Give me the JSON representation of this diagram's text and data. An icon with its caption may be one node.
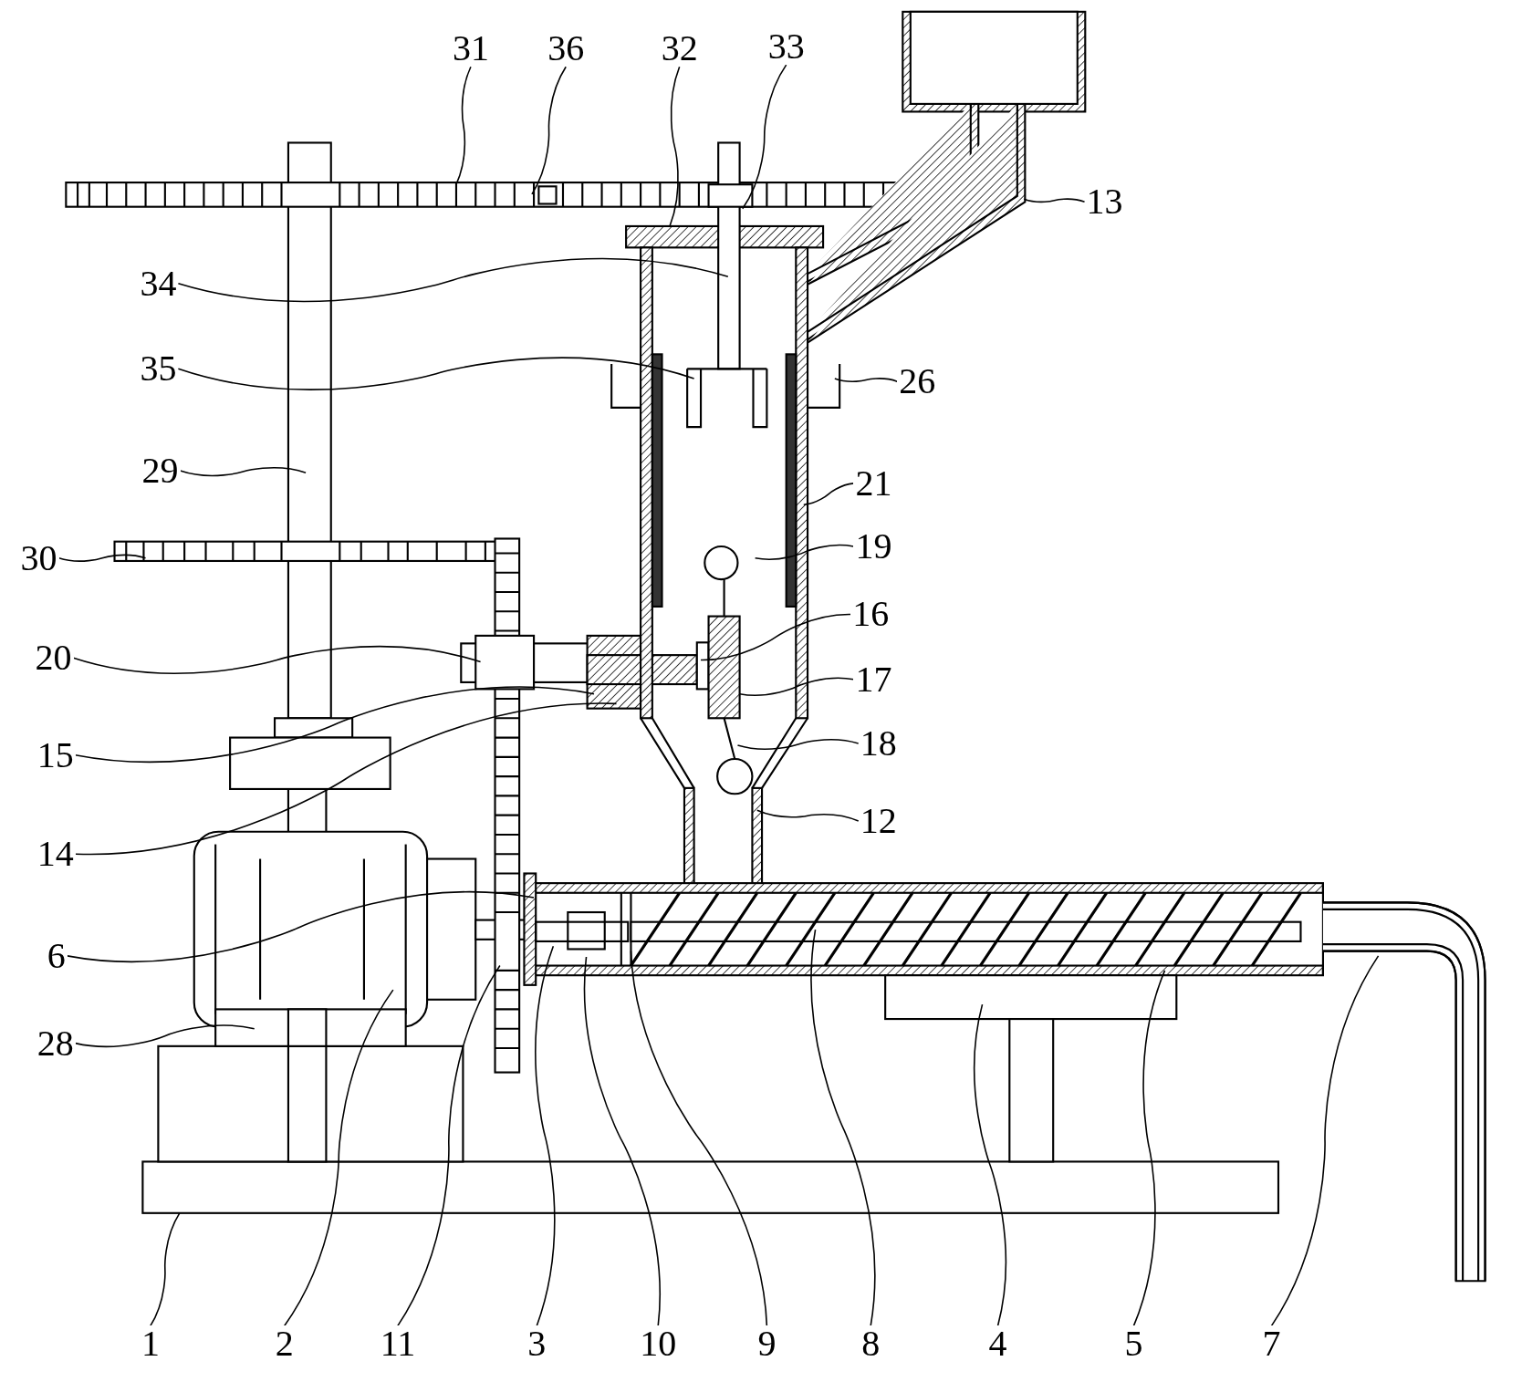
{
  "diagram": {
    "nodes": [
      {
        "text": [
          "33"
        ]
      },
      {
        "text": [
          "31"
        ]
      },
      {
        "text": [
          "36"
        ]
      },
      {
        "text": [
          "32"
        ]
      },
      {
        "text": [
          "13"
        ]
      },
      {
        "text": [
          "34"
        ]
      },
      {
        "text": [
          "35"
        ]
      },
      {
        "text": [
          "26"
        ]
      },
      {
        "text": [
          "29"
        ]
      },
      {
        "text": [
          "21"
        ]
      },
      {
        "text": [
          "19"
        ]
      },
      {
        "text": [
          "30"
        ]
      },
      {
        "text": [
          "16"
        ]
      },
      {
        "text": [
          "20"
        ]
      },
      {
        "text": [
          "17"
        ]
      },
      {
        "text": [
          "18"
        ]
      },
      {
        "text": [
          "15"
        ]
      },
      {
        "text": [
          "12"
        ]
      },
      {
        "text": [
          "14"
        ]
      },
      {
        "text": [
          "6"
        ]
      },
      {
        "text": [
          "28"
        ]
      },
      {
        "text": [
          "1"
        ]
      },
      {
        "text": [
          "2"
        ]
      },
      {
        "text": [
          "11"
        ]
      },
      {
        "text": [
          "3"
        ]
      },
      {
        "text": [
          "10"
        ]
      },
      {
        "text": [
          "9"
        ]
      },
      {
        "text": [
          "8"
        ]
      },
      {
        "text": [
          "4"
        ]
      },
      {
        "text": [
          "5"
        ]
      },
      {
        "text": [
          "7"
        ]
      }
    ],
    "edges": [
      {
        "from": 0,
        "to": null,
        "arrow": "none"
      },
      {
        "from": 1,
        "to": null,
        "arrow": "none"
      },
      {
        "from": 2,
        "to": null,
        "arrow": "none"
      },
      {
        "from": 3,
        "to": null,
        "arrow": "none"
      },
      {
        "from": 4,
        "to": null,
        "arrow": "none"
      },
      {
        "from": 5,
        "to": null,
        "arrow": "none"
      },
      {
        "from": 6,
        "to": null,
        "arrow": "none"
      },
      {
        "from": 7,
        "to": null,
        "arrow": "none"
      },
      {
        "from": 8,
        "to": null,
        "arrow": "none"
      },
      {
        "from": 9,
        "to": null,
        "arrow": "none"
      },
      {
        "from": 10,
        "to": null,
        "arrow": "none"
      },
      {
        "from": 11,
        "to": null,
        "arrow": "none"
      },
      {
        "from": 12,
        "to": null,
        "arrow": "none"
      },
      {
        "from": 13,
        "to": null,
        "arrow": "none"
      },
      {
        "from": 14,
        "to": null,
        "arrow": "none"
      },
      {
        "from": 15,
        "to": null,
        "arrow": "none"
      },
      {
        "from": 16,
        "to": null,
        "arrow": "none"
      },
      {
        "from": 17,
        "to": null,
        "arrow": "none"
      },
      {
        "from": 18,
        "to": null,
        "arrow": "none"
      },
      {
        "from": 19,
        "to": null,
        "arrow": "none"
      },
      {
        "from": 20,
        "to": null,
        "arrow": "none"
      },
      {
        "from": 21,
        "to": null,
        "arrow": "none"
      },
      {
        "from": 22,
        "to": null,
        "arrow": "none"
      },
      {
        "from": 23,
        "to": null,
        "arrow": "none"
      },
      {
        "from": 24,
        "to": null,
        "arrow": "none"
      },
      {
        "from": 25,
        "to": null,
        "arrow": "none"
      },
      {
        "from": 26,
        "to": null,
        "arrow": "none"
      },
      {
        "from": 27,
        "to": null,
        "arrow": "none"
      },
      {
        "from": 28,
        "to": null,
        "arrow": "none"
      },
      {
        "from": 29,
        "to": null,
        "arrow": "none"
      },
      {
        "from": 30,
        "to": null,
        "arrow": "none"
      }
    ]
  }
}
